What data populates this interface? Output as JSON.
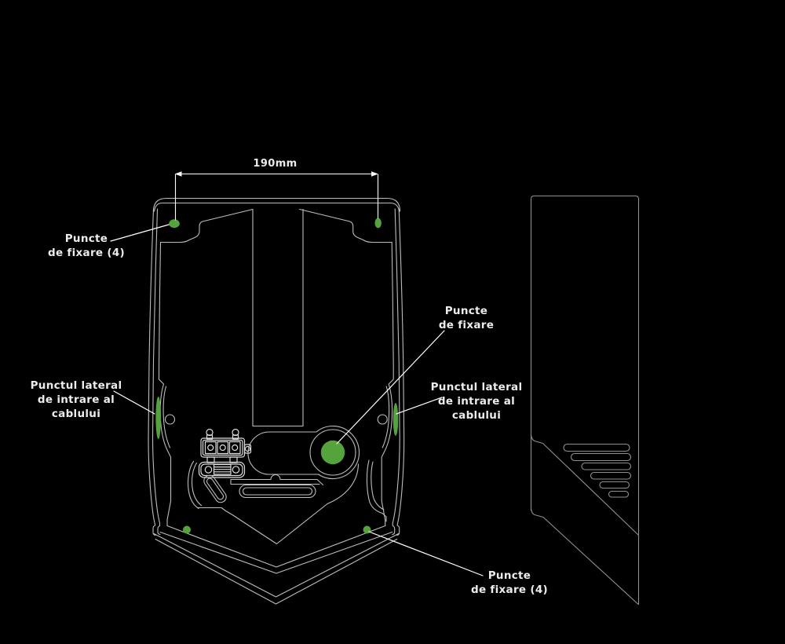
{
  "title_note": "wall mounting diagram",
  "dimension": {
    "label": "190mm"
  },
  "labels": {
    "fixing_points_top": {
      "line1": "Puncte",
      "line2": "de fixare (4)"
    },
    "fixing_point_center": {
      "line1": "Puncte",
      "line2": "de fixare"
    },
    "side_cable_entry_left": {
      "line1": "Punctul lateral",
      "line2": "de intrare al",
      "line3": "cablului"
    },
    "side_cable_entry_right": {
      "line1": "Punctul lateral",
      "line2": "de intrare al",
      "line3": "cablului"
    },
    "fixing_points_bottom": {
      "line1": "Puncte",
      "line2": "de fixare (4)"
    }
  },
  "markers": {
    "top_fixing_dots": 2,
    "bottom_fixing_dots": 2,
    "center_fixing_point": 1,
    "side_cable_entry_points": 2
  },
  "colors": {
    "background": "#000000",
    "line": "#bdbdbd",
    "line_side": "#8f8f8f",
    "detail": "#dcdcdc",
    "accent_green": "#55a33c",
    "text": "#ececec",
    "leader": "#ffffff"
  }
}
